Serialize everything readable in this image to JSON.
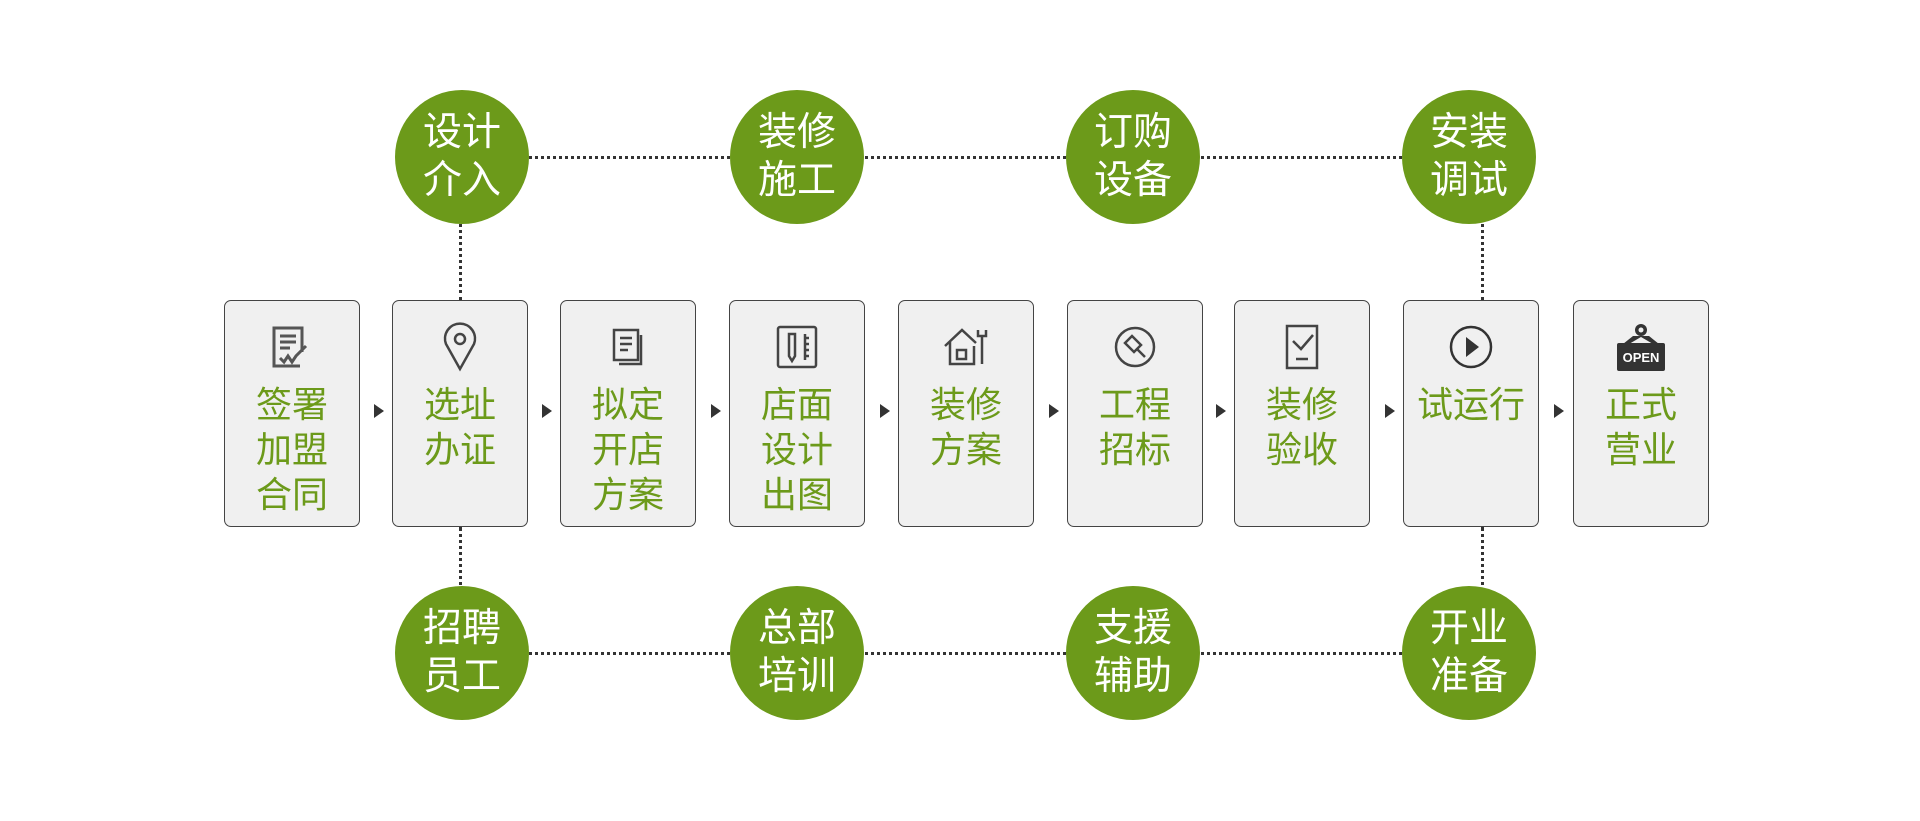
{
  "top_circles": [
    {
      "line1": "设计",
      "line2": "介入"
    },
    {
      "line1": "装修",
      "line2": "施工"
    },
    {
      "line1": "订购",
      "line2": "设备"
    },
    {
      "line1": "安装",
      "line2": "调试"
    }
  ],
  "bottom_circles": [
    {
      "line1": "招聘",
      "line2": "员工"
    },
    {
      "line1": "总部",
      "line2": "培训"
    },
    {
      "line1": "支援",
      "line2": "辅助"
    },
    {
      "line1": "开业",
      "line2": "准备"
    }
  ],
  "steps": [
    {
      "lines": [
        "签署",
        "加盟",
        "合同"
      ],
      "icon": "contract-sign-icon"
    },
    {
      "lines": [
        "选址",
        "办证"
      ],
      "icon": "location-pin-icon"
    },
    {
      "lines": [
        "拟定",
        "开店",
        "方案"
      ],
      "icon": "documents-icon"
    },
    {
      "lines": [
        "店面",
        "设计",
        "出图"
      ],
      "icon": "design-drawing-icon"
    },
    {
      "lines": [
        "装修",
        "方案"
      ],
      "icon": "house-tools-icon"
    },
    {
      "lines": [
        "工程",
        "招标"
      ],
      "icon": "auction-hammer-icon"
    },
    {
      "lines": [
        "装修",
        "验收"
      ],
      "icon": "checklist-icon"
    },
    {
      "lines": [
        "试运行"
      ],
      "icon": "play-icon"
    },
    {
      "lines": [
        "正式",
        "营业"
      ],
      "icon": "open-sign-icon",
      "icon_text": "OPEN"
    }
  ],
  "colors": {
    "accent": "#6c9a1a",
    "box_bg": "#f0f0f0"
  }
}
